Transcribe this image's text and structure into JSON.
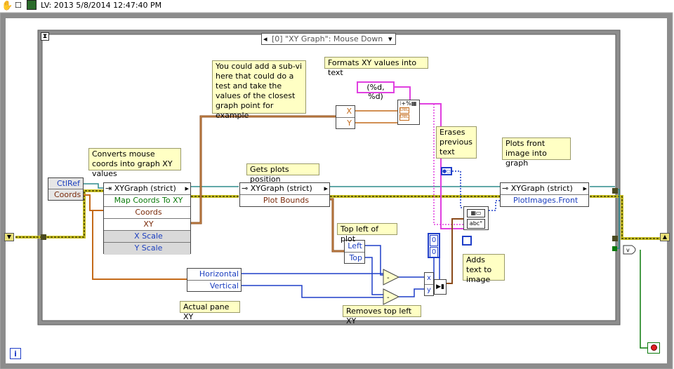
{
  "header": {
    "version_text": "LV: 2013 5/8/2014 12:47:40 PM"
  },
  "event_structure": {
    "case_label": "[0] \"XY Graph\": Mouse Down",
    "index_label": "i"
  },
  "event_data_node": {
    "items": [
      "CtlRef",
      "Coords"
    ]
  },
  "property_node_1": {
    "title": "XYGraph (strict)",
    "rows": [
      "Map Coords To XY",
      "Coords",
      "XY",
      "X Scale",
      "Y Scale"
    ]
  },
  "property_node_2": {
    "title": "XYGraph (strict)",
    "rows": [
      "Plot Bounds"
    ]
  },
  "property_node_3": {
    "title": "XYGraph (strict)",
    "rows": [
      "PlotImages.Front"
    ]
  },
  "unbundle_xy": {
    "rows": [
      "X",
      "Y"
    ]
  },
  "unbundle_topleft": {
    "rows": [
      "Left",
      "Top"
    ]
  },
  "unbundle_pane": {
    "rows": [
      "Horizontal",
      "Vertical"
    ]
  },
  "format_string": "(%d, %d)",
  "bundle_inputs": [
    "x",
    "y"
  ],
  "constants": [
    "0",
    "0"
  ],
  "comments": {
    "converts": "Converts mouse coords into graph XY values",
    "subvi": "You could add a sub-vi here that could do a test and take the values of the closest graph point for example",
    "formats": "Formats XY values into text",
    "gets_plots": "Gets plots position",
    "top_left": "Top left of plot",
    "actual_pane": "Actual pane XY",
    "removes": "Removes top left XY",
    "erases": "Erases previous text",
    "plots_front": "Plots front image into graph",
    "adds_text": "Adds text to image"
  },
  "colors": {
    "loop_border": "#8a8a8a",
    "event_border": "#909090",
    "orange_wire": "#c46a1a",
    "blue_wire": "#1f3ec8",
    "pink_wire": "#e040e0",
    "brown_wire": "#8a4a1a",
    "refnum_wire": "#2e8c8c",
    "error_wire": "#c9c020",
    "note_bg": "#ffffc4"
  }
}
